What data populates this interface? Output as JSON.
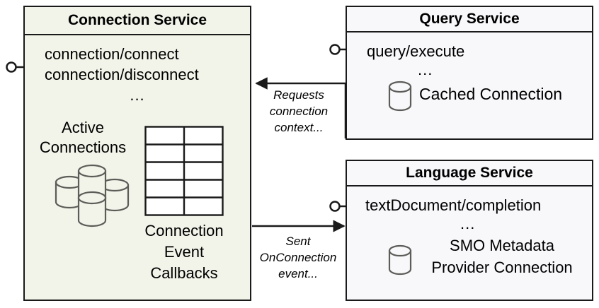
{
  "diagram": {
    "type": "component-diagram",
    "background_color": "#ffffff",
    "stroke_color": "#1a1a1a",
    "components": [
      {
        "id": "connection-service",
        "title": "Connection Service",
        "fill_color": "#f2f4e9",
        "operations": [
          "connection/connect",
          "connection/disconnect"
        ],
        "ellipsis": "...",
        "artifacts": [
          {
            "name": "active-connections",
            "label_lines": [
              "Active",
              "Connections"
            ],
            "icon": "database-cluster-icon"
          },
          {
            "name": "connection-event-callbacks",
            "label_lines": [
              "Connection",
              "Event",
              "Callbacks"
            ],
            "icon": "table-grid-icon"
          }
        ],
        "provided_interface": "lollipop-interface"
      },
      {
        "id": "query-service",
        "title": "Query Service",
        "fill_color": "#f8f8fb",
        "operations": [
          "query/execute"
        ],
        "ellipsis": "...",
        "artifacts": [
          {
            "name": "cached-connection",
            "label_lines": [
              "Cached Connection"
            ],
            "icon": "database-icon"
          }
        ],
        "provided_interface": "lollipop-interface"
      },
      {
        "id": "language-service",
        "title": "Language Service",
        "fill_color": "#f8f8fb",
        "operations": [
          "textDocument/completion"
        ],
        "ellipsis": "...",
        "artifacts": [
          {
            "name": "smo-metadata-provider-connection",
            "label_lines": [
              "SMO Metadata",
              "Provider Connection"
            ],
            "icon": "database-icon"
          }
        ],
        "provided_interface": "lollipop-interface"
      }
    ],
    "edges": [
      {
        "id": "query-to-connection",
        "from": "query-service",
        "to": "connection-service",
        "direction": "left",
        "label_lines": [
          "Requests",
          "connection",
          "context..."
        ]
      },
      {
        "id": "connection-to-language",
        "from": "connection-service",
        "to": "language-service",
        "direction": "right",
        "label_lines": [
          "Sent",
          "OnConnection",
          "event..."
        ]
      }
    ]
  }
}
